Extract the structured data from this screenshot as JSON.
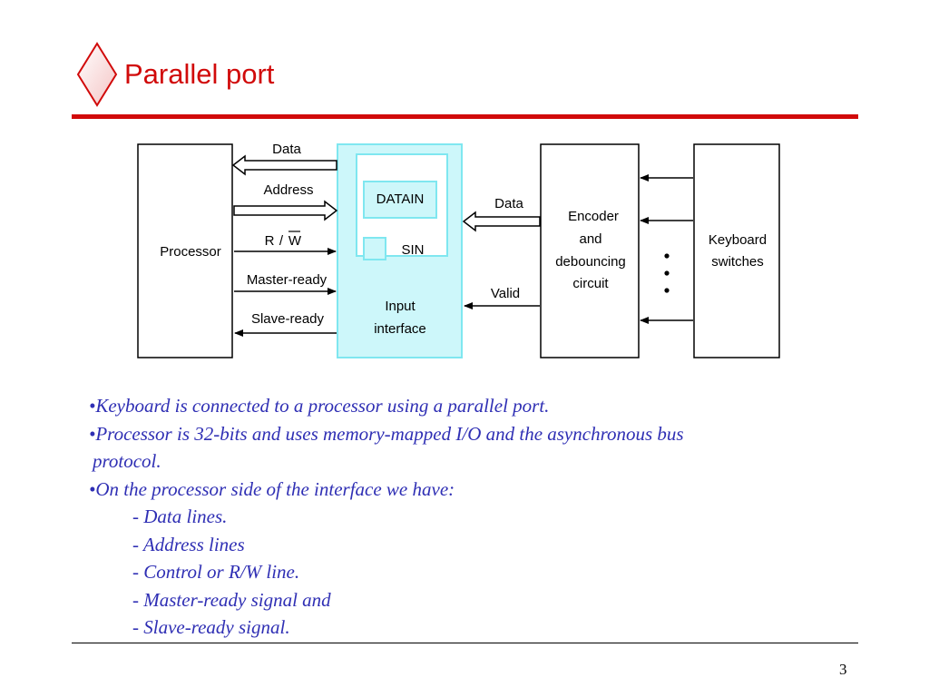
{
  "slide": {
    "title": "Parallel port",
    "accent_color": "#d10a0a",
    "page_number": "3"
  },
  "diagram": {
    "processor_label": "Processor",
    "interface_label_line1": "Input",
    "interface_label_line2": "interface",
    "datain_label": "DATAIN",
    "sin_label": "SIN",
    "encoder_line1": "Encoder",
    "encoder_line2": "and",
    "encoder_line3": "debouncing",
    "encoder_line4": "circuit",
    "keyboard_line1": "Keyboard",
    "keyboard_line2": "switches",
    "bus_labels": {
      "data": "Data",
      "address": "Address",
      "rw_r": "R",
      "rw_sep": "/",
      "rw_w": "W",
      "master_ready": "Master-ready",
      "slave_ready": "Slave-ready"
    },
    "right_labels": {
      "data": "Data",
      "valid": "Valid"
    },
    "interface_color": "#7fe7f0",
    "interface_fill": "#cdf7fa"
  },
  "bullets": [
    {
      "text": "•Keyboard is connected to a processor using a parallel port.",
      "kind": "main"
    },
    {
      "text": "•Processor is 32-bits and uses memory-mapped I/O and the asynchronous bus",
      "kind": "main"
    },
    {
      "text": "protocol.",
      "kind": "cont"
    },
    {
      "text": "•On the processor side of the interface we have:",
      "kind": "main"
    },
    {
      "text": "- Data lines.",
      "kind": "sub"
    },
    {
      "text": "- Address lines",
      "kind": "sub"
    },
    {
      "text": "- Control or R/W line.",
      "kind": "sub"
    },
    {
      "text": "- Master-ready signal and",
      "kind": "sub"
    },
    {
      "text": "- Slave-ready signal.",
      "kind": "sub"
    }
  ]
}
